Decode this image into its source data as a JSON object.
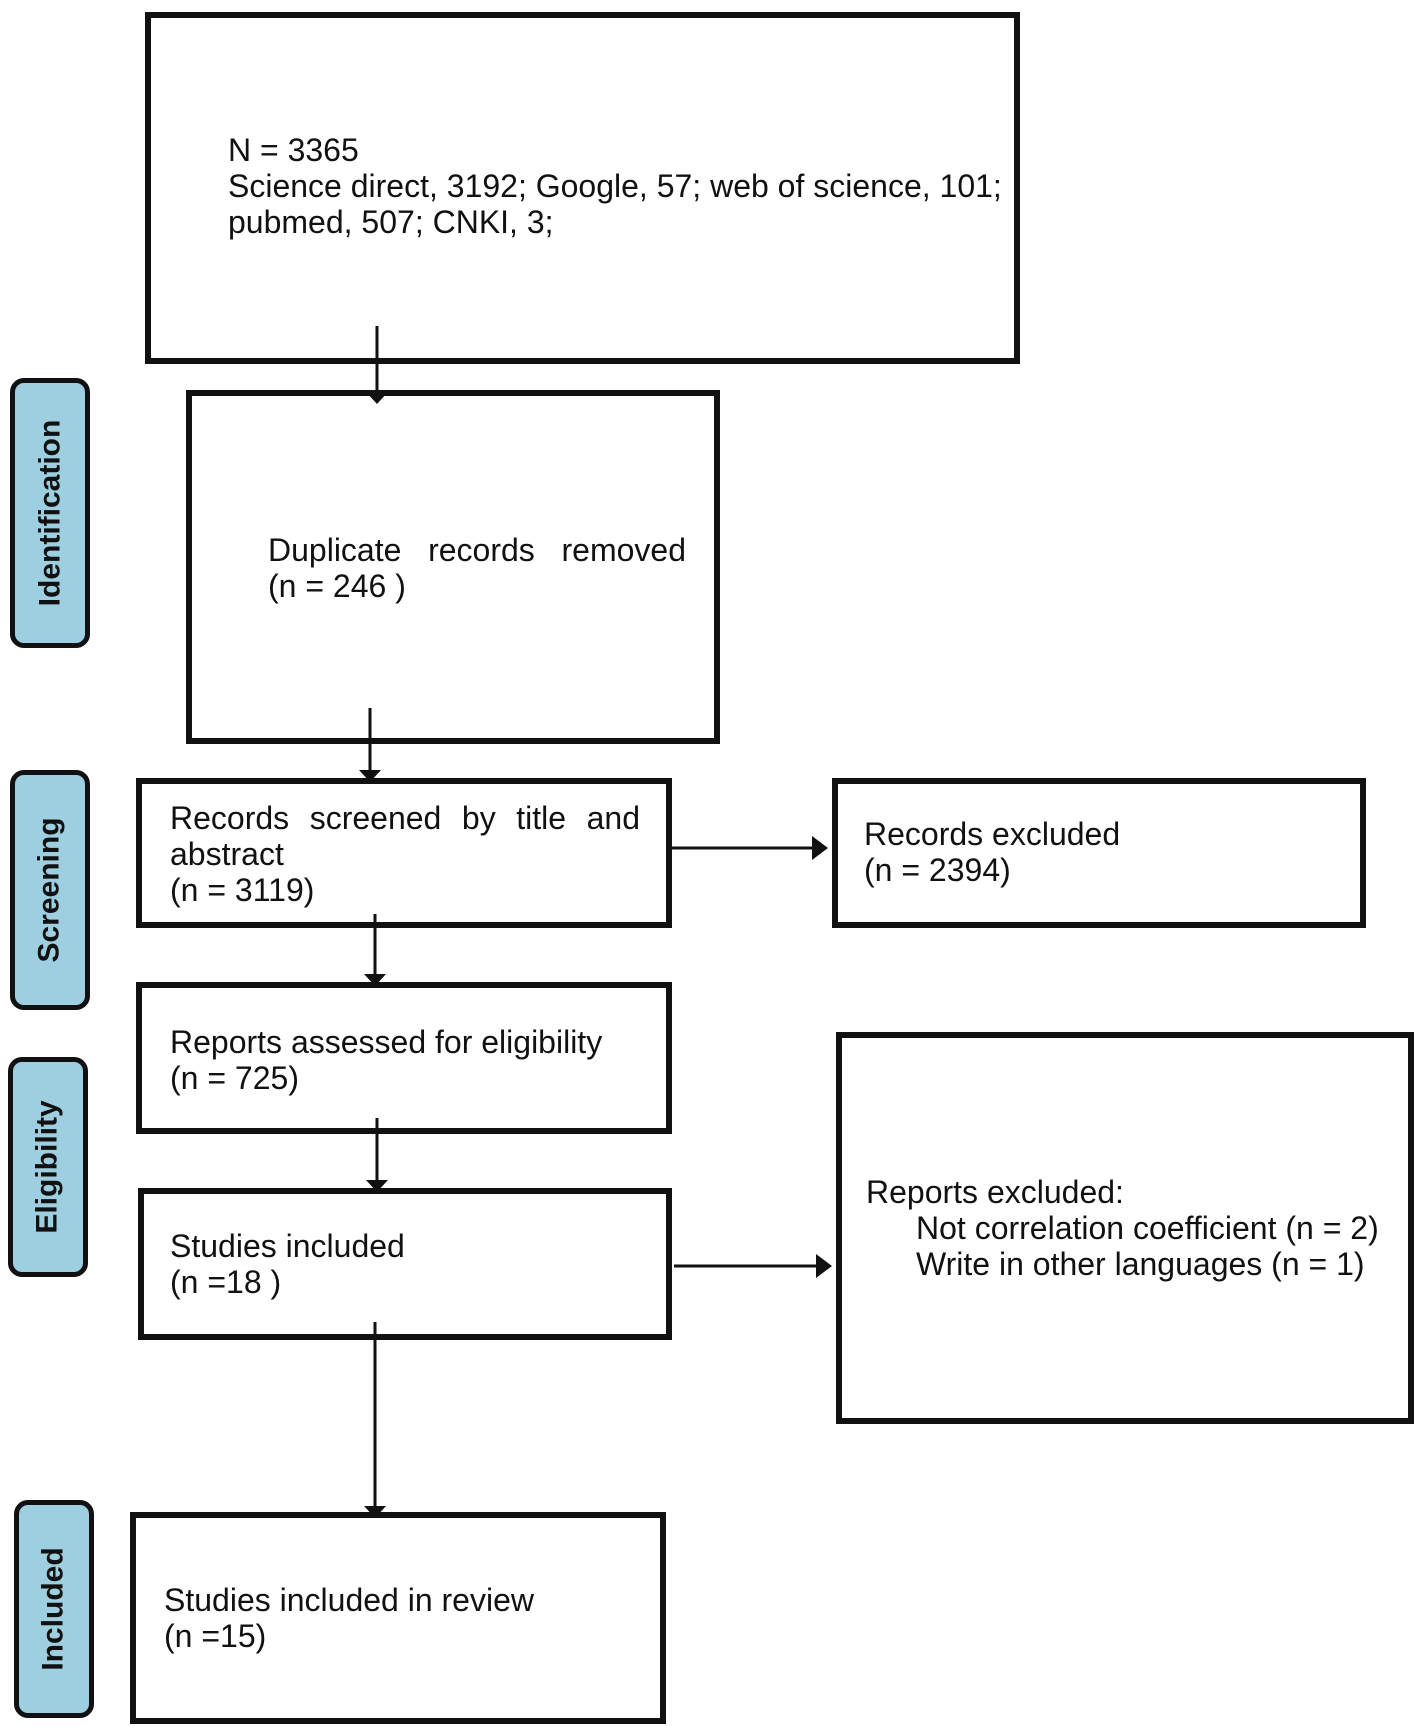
{
  "phases": {
    "identification": "Identification",
    "screening": "Screening",
    "eligibility": "Eligibility",
    "included": "Included"
  },
  "sources": {
    "total": "N = 3365",
    "line1": "Science direct, 3192; Google, 57; web of science, 101;",
    "line2": "pubmed, 507; CNKI, 3;"
  },
  "duplicates": {
    "label": "Duplicate records removed",
    "count": "(n = 246 )"
  },
  "screened": {
    "label_line1": "Records screened by title and",
    "label_line2": "abstract",
    "count": "(n = 3119)"
  },
  "excluded_records": {
    "label": "Records excluded",
    "count": "(n = 2394)"
  },
  "assessed": {
    "label": "Reports assessed for eligibility",
    "count": "(n = 725)"
  },
  "studies_included": {
    "label": "Studies included",
    "count": "(n =18 )"
  },
  "excluded_reports": {
    "label": "Reports excluded:",
    "reason1": "Not correlation coefficient (n = 2)",
    "reason2": "Write in other languages (n = 1)"
  },
  "final": {
    "label": "Studies included in review",
    "count": "(n =15)"
  }
}
